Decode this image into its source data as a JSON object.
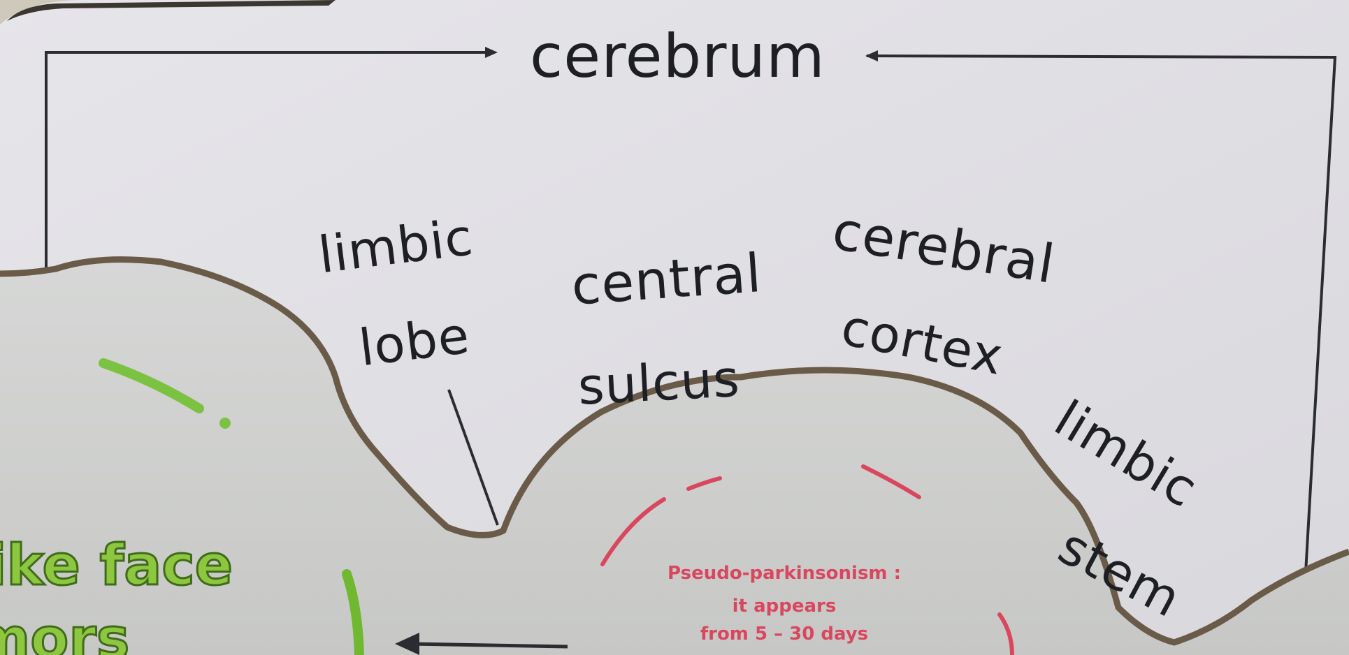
{
  "labels": {
    "cerebrum": "cerebrum",
    "limbic_lobe_line1": "limbic",
    "limbic_lobe_line2": "lobe",
    "central_sulcus_line1": "central",
    "central_sulcus_line2": "sulcus",
    "cerebral_cortex_line1": "cerebral",
    "cerebral_cortex_line2": "cortex",
    "limbic_system_line1": "limbic",
    "limbic_system_line2": "stem"
  },
  "background_poster": {
    "green_lines": [
      "ike face",
      "mors"
    ],
    "red_lines": [
      "Pseudo-parkinsonism :",
      "it appears",
      "from 5 – 30 days"
    ]
  },
  "colors": {
    "paper": "#e1e1e6",
    "ink": "#1d1f24",
    "tear_edge": "#6a5a48",
    "green_accent": "#8dc63f",
    "red_accent": "#d9475e"
  }
}
